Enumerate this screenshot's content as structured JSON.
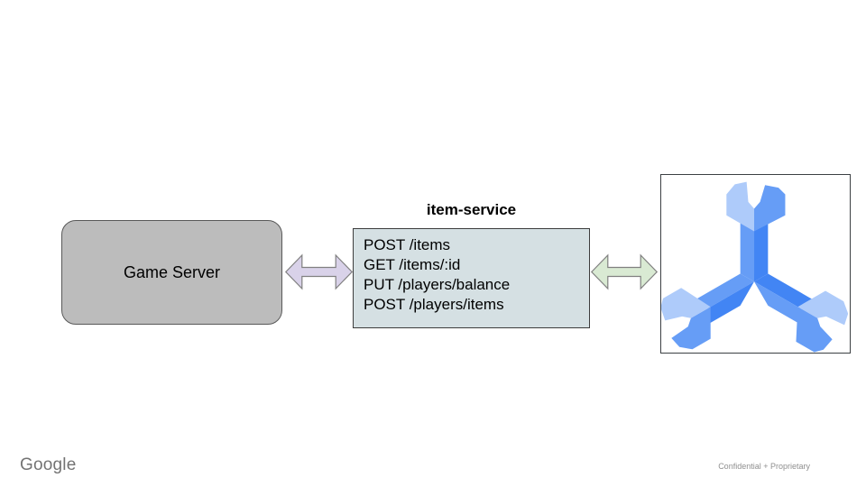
{
  "diagram": {
    "game_server": {
      "label": "Game Server"
    },
    "item_service": {
      "title": "item-service",
      "endpoints": [
        "POST /items",
        "GET /items/:id",
        "PUT /players/balance",
        "POST /players/items"
      ]
    },
    "database": {
      "icon": "cloud-spanner-logo"
    }
  },
  "footer": {
    "brand": "Google",
    "watermark": "Confidential + Proprietary"
  },
  "colors": {
    "game_server_fill": "#bcbcbc",
    "game_server_border": "#595959",
    "item_service_fill": "#d5e0e3",
    "item_service_border": "#3d3d3d",
    "arrow_left_fill": "#d9d2e9",
    "arrow_right_fill": "#d9ead3",
    "arrow_border": "#808080",
    "logo_box_border": "#3c4043",
    "spanner_light": "#aecbfa",
    "spanner_medium": "#669df6",
    "spanner_dark": "#4285f4",
    "brand_gray": "#737373",
    "watermark_gray": "#8f8f8f"
  }
}
